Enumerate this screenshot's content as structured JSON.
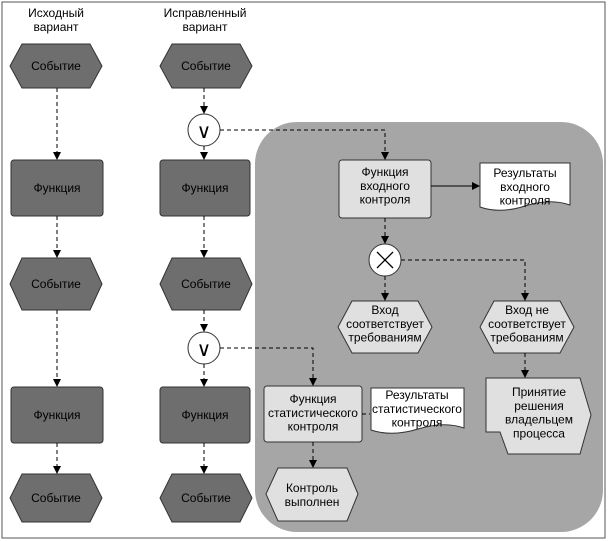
{
  "columns": {
    "original": "Исходный\nвариант",
    "corrected": "Исправленный\nвариант"
  },
  "left": {
    "event1": "Событие",
    "func1": "Функция",
    "event2": "Событие",
    "func2": "Функция",
    "event3": "Событие"
  },
  "right": {
    "event1": "Событие",
    "func1": "Функция",
    "event2": "Событие",
    "func2": "Функция",
    "event3": "Событие"
  },
  "gates": {
    "or1": "∨",
    "xor": "✕",
    "or2": "∨"
  },
  "detail": {
    "input_control": "Функция\nвходного\nконтроля",
    "input_results": "Результаты\nвходного\nконтроля",
    "input_ok": "Вход\nсоответствует\nтребованиям",
    "input_not_ok": "Вход не\nсоответствует\nтребованиям",
    "owner_decision": "Принятие\nрешения\nвладельцем\nпроцесса",
    "stat_control": "Функция\nстатистического\nконтроля",
    "stat_results": "Результаты\nстатистического\nконтроля",
    "control_done": "Контроль\nвыполнен"
  },
  "colors": {
    "dark_fill": "#6e6e6e",
    "light_fill": "#e0e0e0",
    "panel_fill": "#a6a6a6"
  }
}
